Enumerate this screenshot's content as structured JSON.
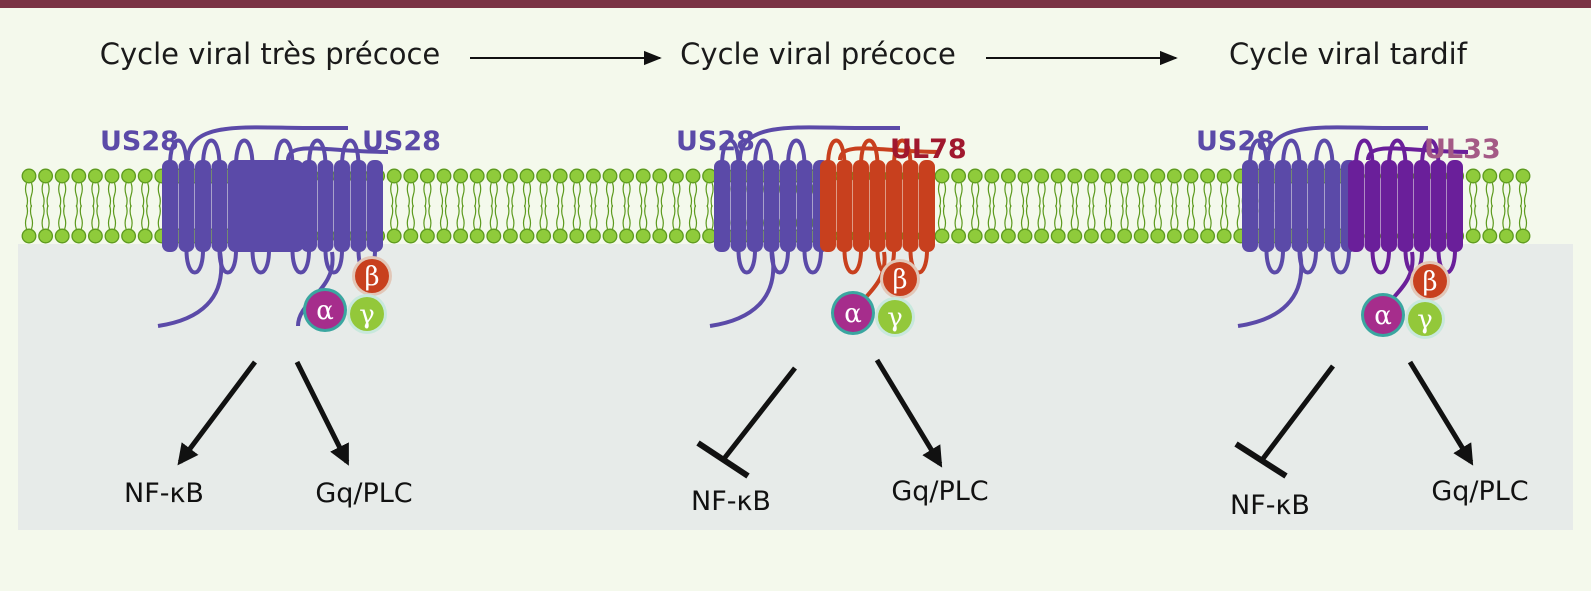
{
  "colors": {
    "frame": "#7a3444",
    "background": "#f4f9ec",
    "cytoplasm": "#e7ebe9",
    "lipid_head": "#8fcb3b",
    "lipid_head_stroke": "#5d9a1e",
    "us28": "#5b4aa8",
    "ul78": "#c8401e",
    "ul33": "#6a1f9a",
    "ul78_label": "#a0182e",
    "ul33_label": "#a45a86",
    "alpha": "#a62d8c",
    "beta": "#c8401e",
    "gamma": "#93c83a",
    "arrow": "#111111"
  },
  "stages": [
    {
      "title": "Cycle viral très précoce",
      "receptor_left": "US28",
      "receptor_right": "US28",
      "partner_color": "us28",
      "label_right_color": "us28",
      "nfkb_effect": "activation",
      "gq_effect": "activation"
    },
    {
      "title": "Cycle viral précoce",
      "receptor_left": "US28",
      "receptor_right": "UL78",
      "partner_color": "ul78",
      "label_right_color": "ul78_label",
      "nfkb_effect": "inhibition",
      "gq_effect": "activation"
    },
    {
      "title": "Cycle viral tardif",
      "receptor_left": "US28",
      "receptor_right": "UL33",
      "partner_color": "ul33",
      "label_right_color": "ul33_label",
      "nfkb_effect": "inhibition",
      "gq_effect": "activation"
    }
  ],
  "g_protein": {
    "alpha": "α",
    "beta": "β",
    "gamma": "γ"
  },
  "pathways": {
    "nfkb": "NF-κB",
    "gq": "Gq/PLC"
  }
}
